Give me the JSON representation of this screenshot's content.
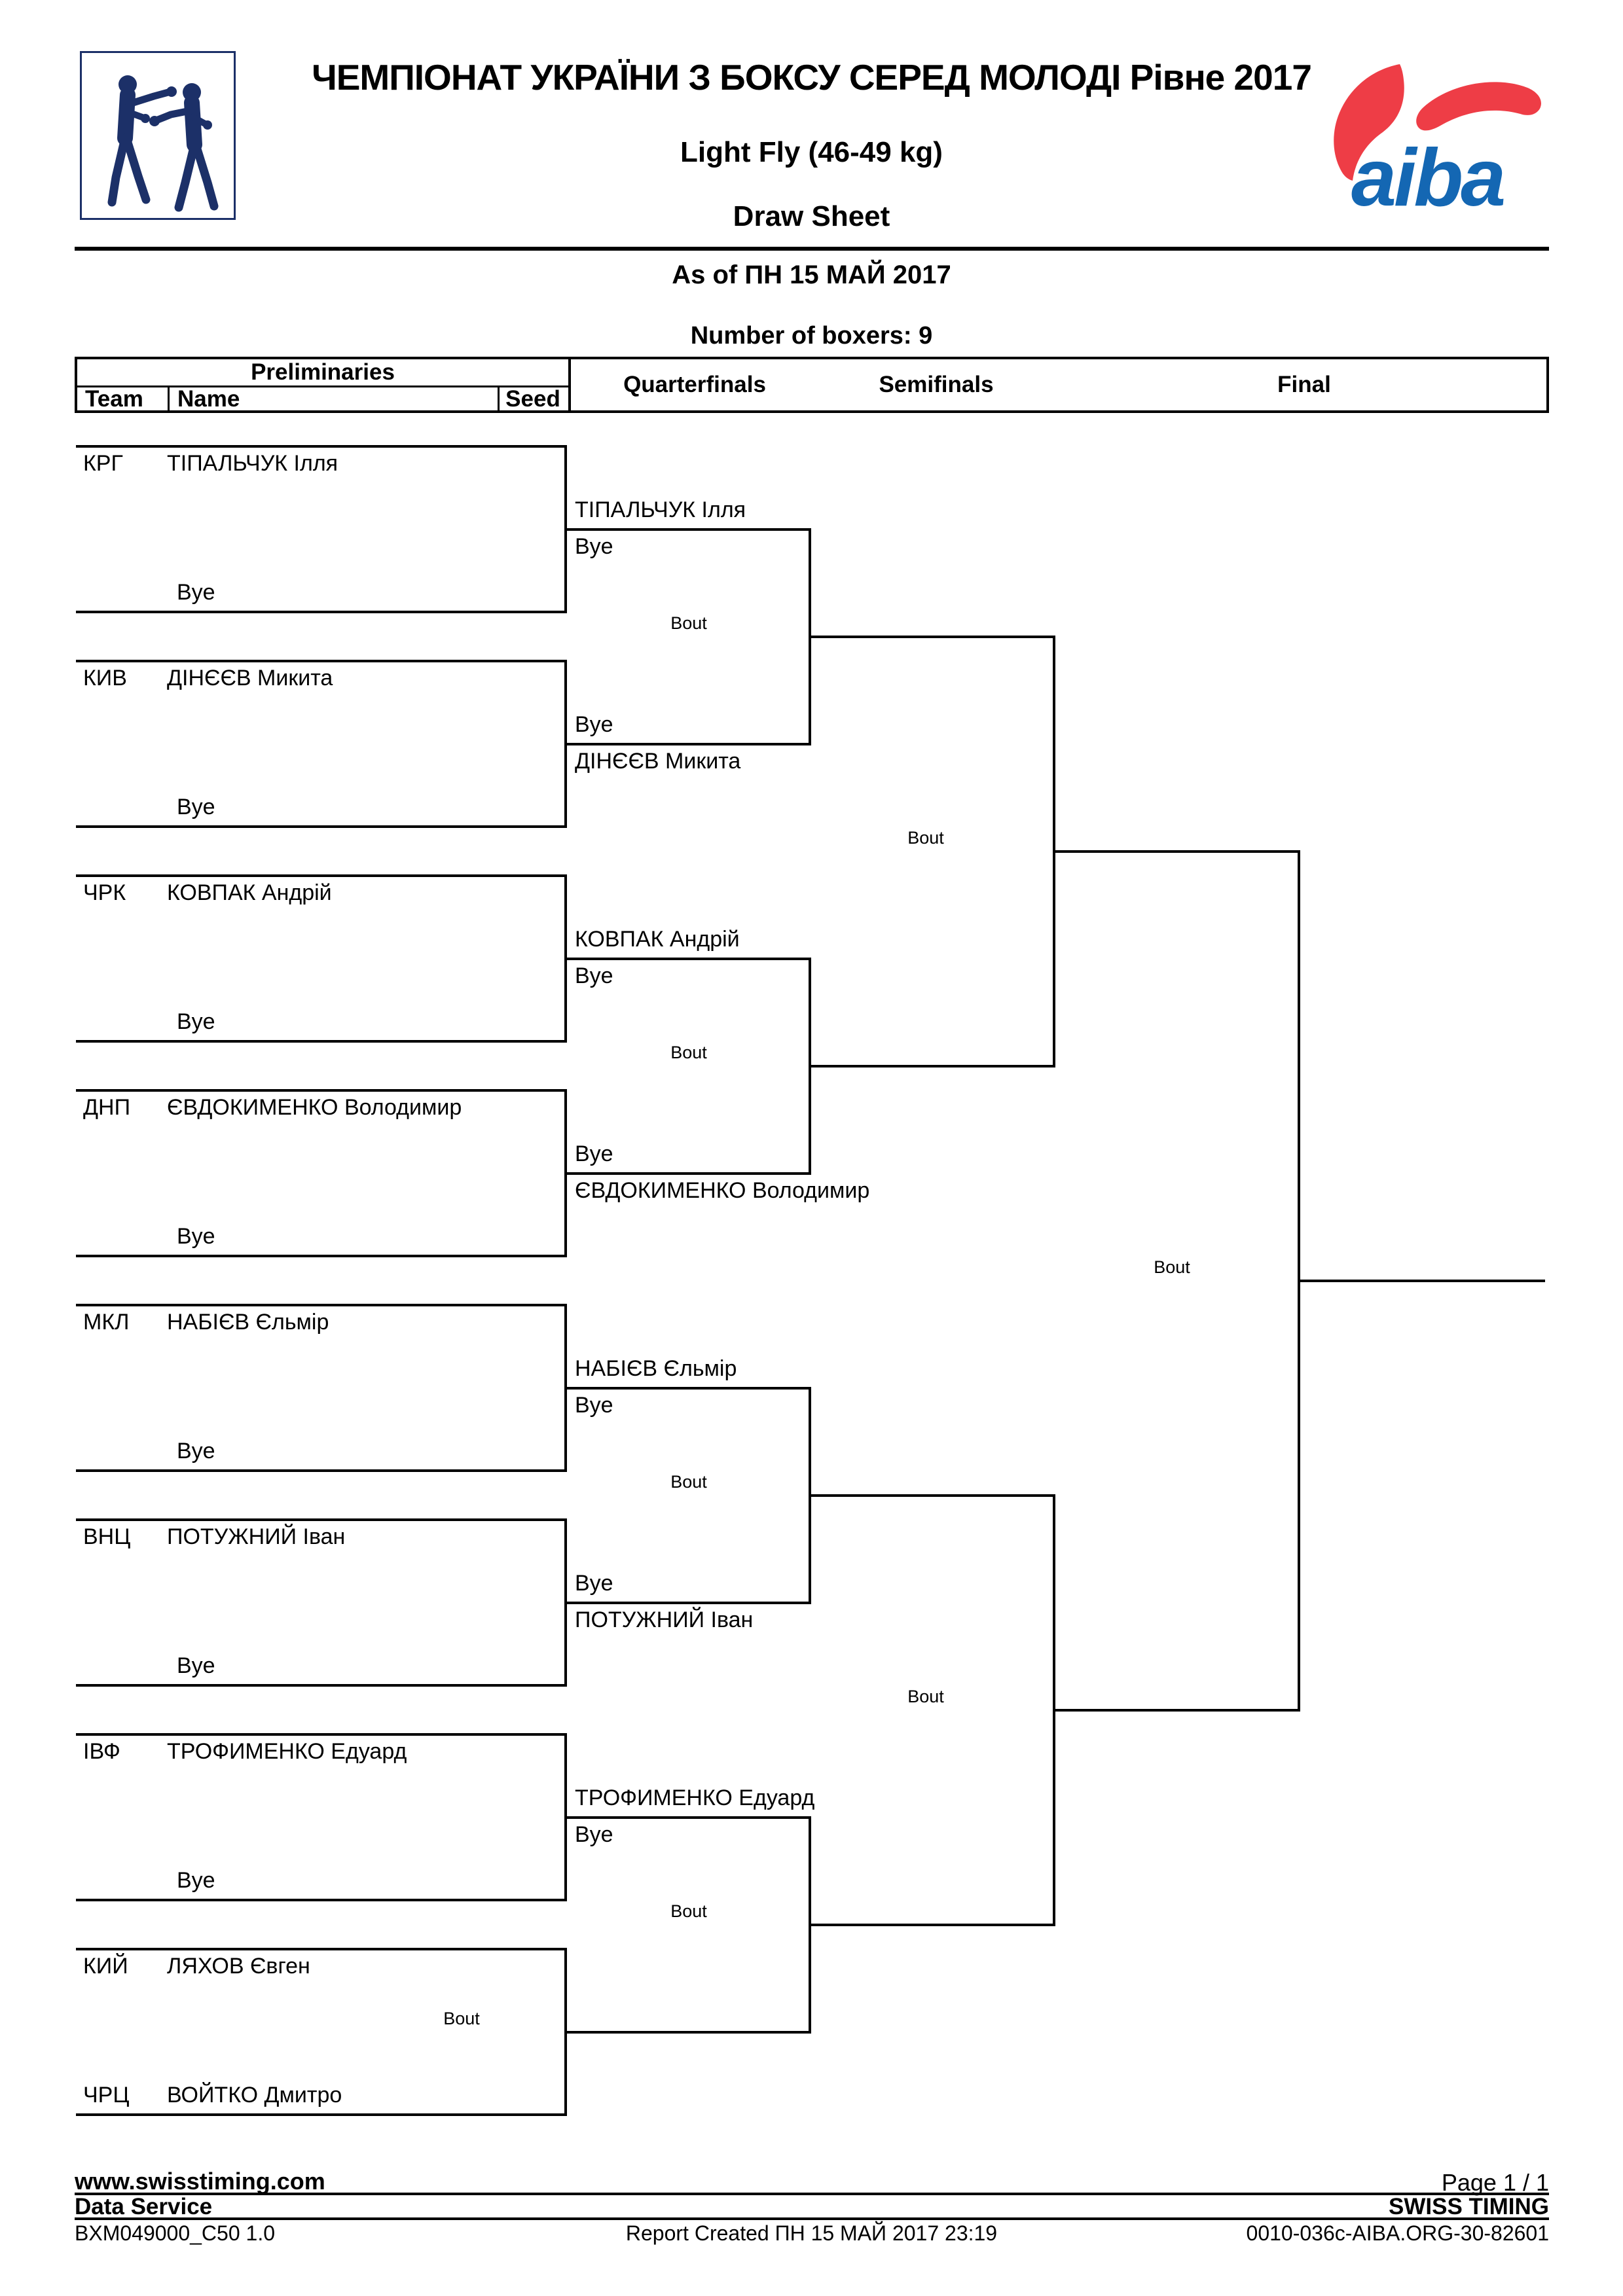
{
  "header": {
    "title": "ЧЕМПІОНАТ УКРАЇНИ З БОКСУ СЕРЕД МОЛОДІ Рівне 2017",
    "weight_class": "Light Fly (46-49 kg)",
    "sheet_type": "Draw Sheet",
    "as_of": "As of ПН 15 МАЙ 2017",
    "boxers_count": "Number of boxers: 9"
  },
  "columns": {
    "preliminaries": "Preliminaries",
    "team": "Team",
    "name": "Name",
    "seed": "Seed",
    "quarterfinals": "Quarterfinals",
    "semifinals": "Semifinals",
    "final": "Final"
  },
  "bracket": {
    "bout_label": "Bout",
    "pairs": [
      {
        "team": "КРГ",
        "name": "ТІПАЛЬЧУК Ілля",
        "bye": "Bye"
      },
      {
        "team": "КИВ",
        "name": "ДІНЄЄВ Микита",
        "bye": "Bye"
      },
      {
        "team": "ЧРК",
        "name": "КОВПАК Андрій",
        "bye": "Bye"
      },
      {
        "team": "ДНП",
        "name": "ЄВДОКИМЕНКО Володимир",
        "bye": "Bye"
      },
      {
        "team": "МКЛ",
        "name": "НАБІЄВ Єльмір",
        "bye": "Bye"
      },
      {
        "team": "ВНЦ",
        "name": "ПОТУЖНИЙ Іван",
        "bye": "Bye"
      },
      {
        "team": "ІВФ",
        "name": "ТРОФИМЕНКО Едуард",
        "bye": "Bye"
      },
      {
        "team": "КИЙ",
        "name": "ЛЯХОВ Євген",
        "opp_team": "ЧРЦ",
        "opp_name": "ВОЙТКО Дмитро"
      }
    ],
    "quarterfinals": [
      {
        "top": "ТІПАЛЬЧУК Ілля",
        "bottom": "Bye"
      },
      {
        "top": "Bye",
        "bottom": "ДІНЄЄВ Микита"
      },
      {
        "top": "КОВПАК Андрій",
        "bottom": "Bye"
      },
      {
        "top": "Bye",
        "bottom": "ЄВДОКИМЕНКО Володимир"
      },
      {
        "top": "НАБІЄВ Єльмір",
        "bottom": "Bye"
      },
      {
        "top": "Bye",
        "bottom": "ПОТУЖНИЙ Іван"
      },
      {
        "top": "ТРОФИМЕНКО Едуард",
        "bottom": "Bye"
      },
      {
        "top": "",
        "bottom": ""
      }
    ]
  },
  "footer": {
    "url": "www.swisstiming.com",
    "page": "Page 1 / 1",
    "service": "Data Service",
    "brand": "SWISS TIMING",
    "file_code": "BXM049000_C50 1.0",
    "report_created": "Report Created  ПН 15 МАЙ 2017 23:19",
    "doc_code": "0010-036c-AIBA.ORG-30-82601"
  },
  "logos": {
    "aiba_text": "aiba"
  },
  "colors": {
    "navy": "#1c3068",
    "aiba_red": "#ee3d46",
    "aiba_blue": "#1467b3"
  }
}
